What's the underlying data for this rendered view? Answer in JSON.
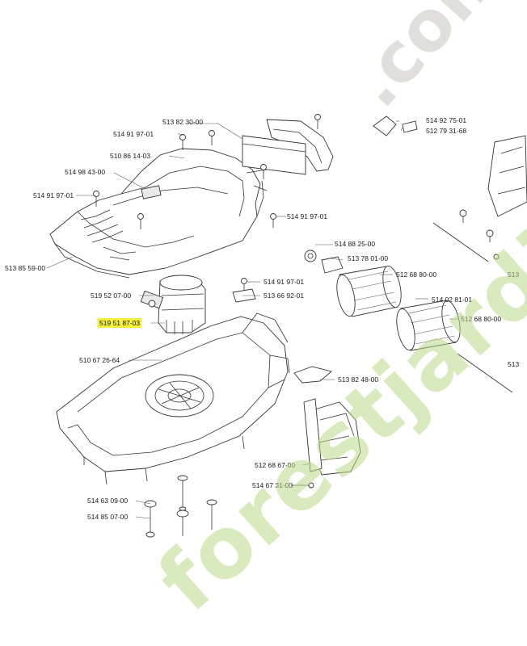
{
  "diagram": {
    "labels": [
      {
        "id": "l01",
        "text": "513 82 30-00"
      },
      {
        "id": "l02",
        "text": "514 91 97-01"
      },
      {
        "id": "l03",
        "text": "510 86 14-03"
      },
      {
        "id": "l04",
        "text": "514 98 43-00"
      },
      {
        "id": "l05",
        "text": "514 91 97-01"
      },
      {
        "id": "l06",
        "text": "514 91 97-01"
      },
      {
        "id": "l07",
        "text": "513 85 59-00"
      },
      {
        "id": "l08",
        "text": "514 88 25-00"
      },
      {
        "id": "l09",
        "text": "513 78 01-00"
      },
      {
        "id": "l10",
        "text": "512 68 80-00"
      },
      {
        "id": "l11",
        "text": "514 91 97-01"
      },
      {
        "id": "l12",
        "text": "513 66 92-01"
      },
      {
        "id": "l13",
        "text": "519 52 07-00"
      },
      {
        "id": "l14",
        "text": "519 51 87-03",
        "highlighted": true
      },
      {
        "id": "l15",
        "text": "514 02 81-01"
      },
      {
        "id": "l16",
        "text": "512 68 80-00"
      },
      {
        "id": "l17",
        "text": "510 67 26-64"
      },
      {
        "id": "l18",
        "text": "513 82 48-00"
      },
      {
        "id": "l19",
        "text": "512 68 67-00"
      },
      {
        "id": "l20",
        "text": "514 67 31-00"
      },
      {
        "id": "l21",
        "text": "514 63 09-00"
      },
      {
        "id": "l22",
        "text": "514 85 07-00"
      },
      {
        "id": "l23",
        "text": "514 92 75-01"
      },
      {
        "id": "l24",
        "text": "512 79 31-68"
      },
      {
        "id": "l25",
        "text": "513"
      },
      {
        "id": "l26",
        "text": "513"
      }
    ],
    "highlight_color": "#f5f03a"
  },
  "watermark": {
    "brand": "forestjardin",
    "domain": ".com",
    "colors": {
      "green": "#b9d98a",
      "orange": "#f2b98a",
      "grey": "#c9c5be"
    }
  }
}
